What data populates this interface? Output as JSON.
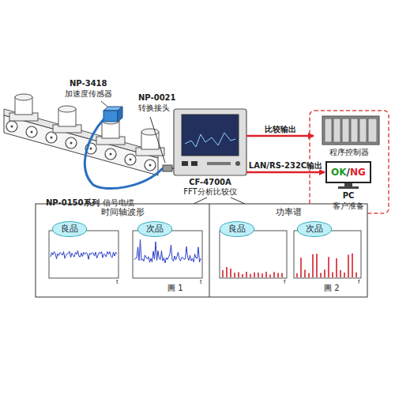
{
  "diagram": {
    "nodes": [
      {
        "text": [
          "CF-4700A",
          "FFT分析比较仪"
        ]
      },
      {
        "text": [
          "程序控制器"
        ]
      },
      {
        "text": [
          "OK",
          "/",
          "NG"
        ]
      },
      {
        "text": [
          "时间轴波形"
        ]
      },
      {
        "text": [
          "良品"
        ],
        "in": 3
      },
      {
        "text": [
          "次品"
        ],
        "in": 3
      },
      {
        "text": [
          "功率谱"
        ]
      },
      {
        "text": [
          "良品"
        ],
        "in": 6
      },
      {
        "text": [
          "次品"
        ],
        "in": 6
      }
    ],
    "edges": [
      {
        "from": 0,
        "to": 1,
        "arrow": "to",
        "label": "比较输出"
      },
      {
        "from": 0,
        "to": 2,
        "arrow": "to",
        "label": "LAN/RS-232C输出"
      }
    ],
    "labels": [
      "NP-3418",
      "加速度传感器",
      "NP-0021",
      "转换接头",
      "NP-0150系列",
      "信号电缆",
      "PC",
      "客户准备",
      "圖 1",
      "圖 2",
      "t",
      "t",
      "f",
      "f"
    ]
  }
}
